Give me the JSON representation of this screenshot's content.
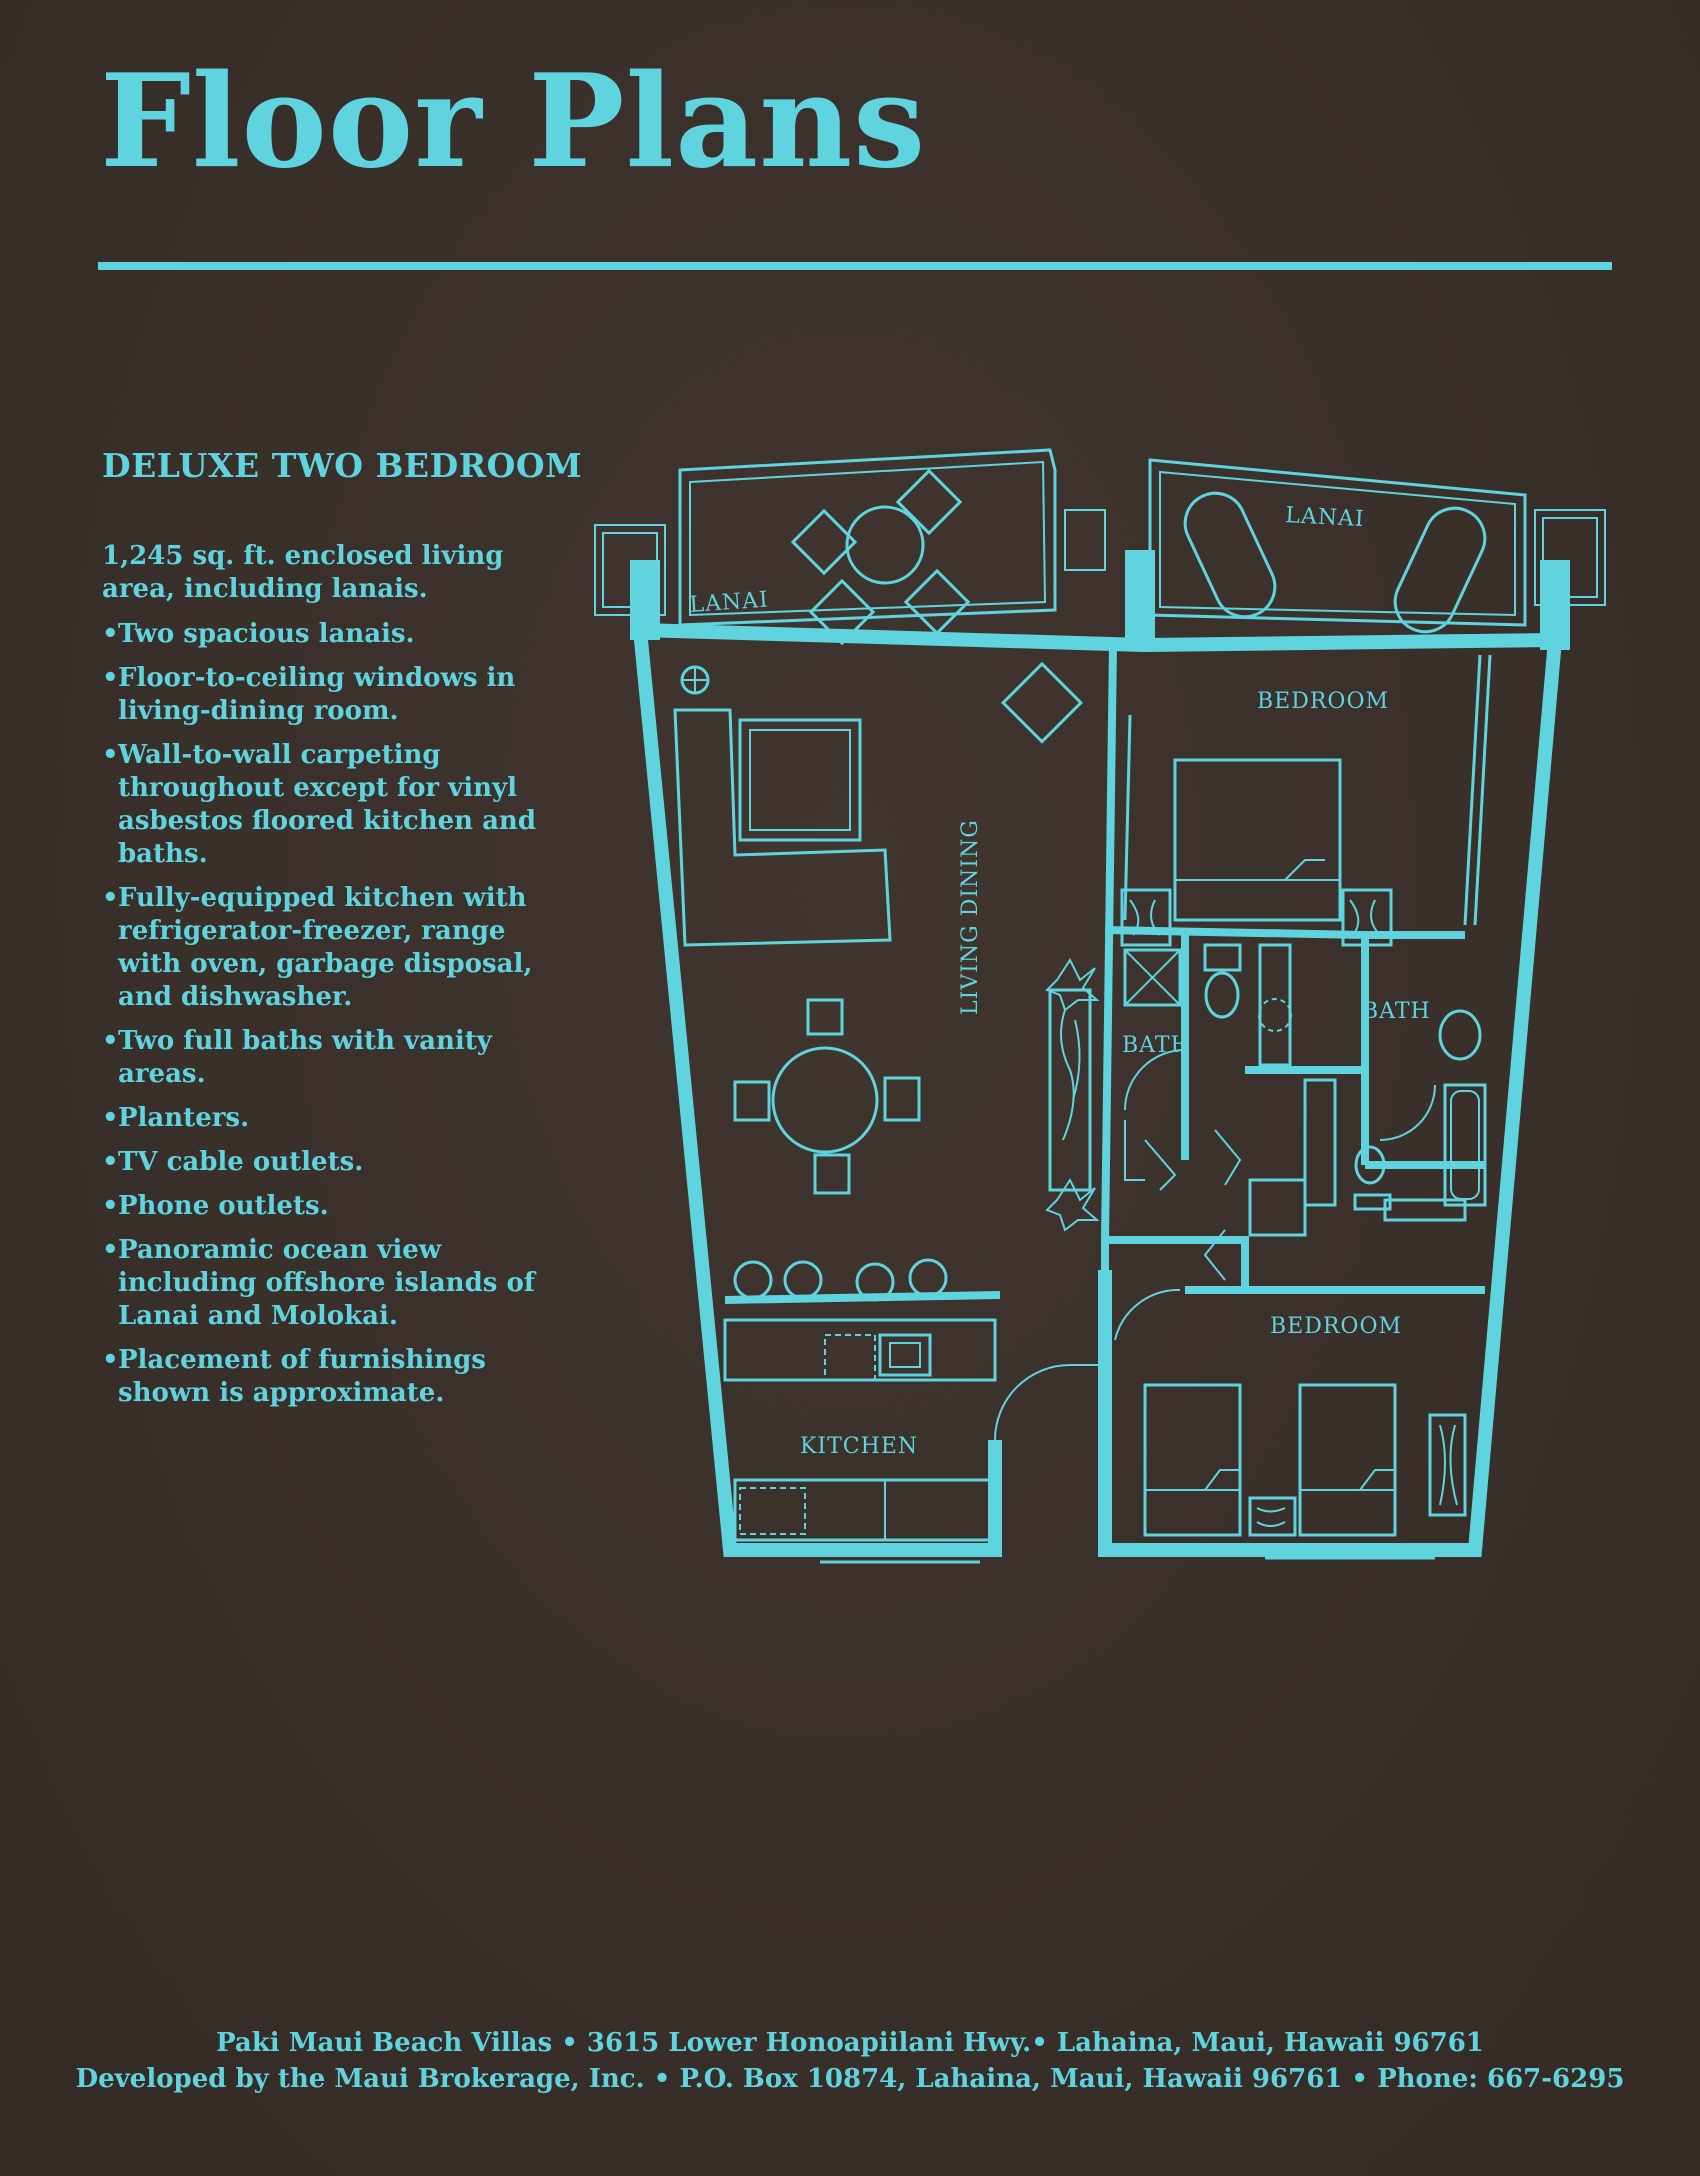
{
  "title": "Floor Plans",
  "heading": "DELUXE TWO BEDROOM",
  "intro": "1,245 sq. ft. enclosed living area, including lanais.",
  "features": [
    "Two spacious lanais.",
    "Floor-to-ceiling windows in living-dining room.",
    "Wall-to-wall carpeting throughout except for vinyl asbestos floored kitchen and baths.",
    "Fully-equipped kitchen with refrigerator-freezer, range with oven, garbage disposal, and dishwasher.",
    "Two full baths with vanity areas.",
    "Planters.",
    "TV cable outlets.",
    "Phone outlets.",
    "Panoramic ocean view including offshore islands of Lanai and Molokai.",
    "Placement of furnishings shown is approximate."
  ],
  "plan": {
    "lanai_left": "LANAI",
    "lanai_right": "LANAI",
    "bedroom_top": "BEDROOM",
    "living_dining": "LIVING DINING",
    "bath_left": "BATH",
    "bath_right": "BATH",
    "bedroom_bottom": "BEDROOM",
    "kitchen": "KITCHEN"
  },
  "footer": {
    "line1": "Paki Maui Beach Villas • 3615 Lower Honoapiilani Hwy.• Lahaina, Maui, Hawaii  96761",
    "line2": "Developed by the Maui Brokerage, Inc. • P.O. Box 10874, Lahaina, Maui, Hawaii  96761 • Phone: 667-6295"
  },
  "colors": {
    "background": "#3a302b",
    "accent": "#5fd3de"
  }
}
